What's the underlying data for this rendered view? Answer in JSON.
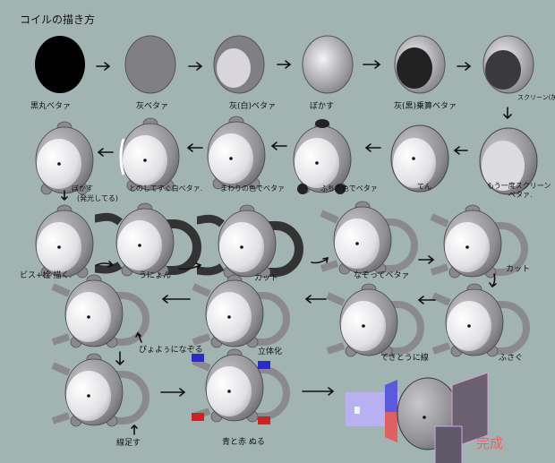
{
  "title": "コイルの描き方",
  "steps_row1": [
    "黒丸ベタァ",
    "灰ベタァ",
    "灰(白)ベタァ",
    "ぼかす",
    "灰(黒)乗算ベタァ",
    "スクリーン(灰)ベタァ"
  ],
  "steps_row2": [
    "もう一度スクリーン",
    "ベタァ.",
    "てん",
    "ふちの色でベタァ",
    "まわりの色でベタァ",
    "とのしてすぐ白ベタァ.",
    "ぼかす",
    "(発光してる)"
  ],
  "steps_row3": [
    "ビス+栓 描く.",
    "うにょん",
    "カット",
    "なぞってベタァ",
    "カット"
  ],
  "steps_row4": [
    "ふさぐ",
    "てきとうに線",
    "立体化",
    "ぴょよぅになぞる"
  ],
  "steps_row5": [
    "線足す",
    "青と赤 ぬる",
    "完成"
  ],
  "colors": {
    "background": "#a2b4b2",
    "blue": "#2a2ad0",
    "red": "#d02020",
    "done": "#f06060"
  }
}
